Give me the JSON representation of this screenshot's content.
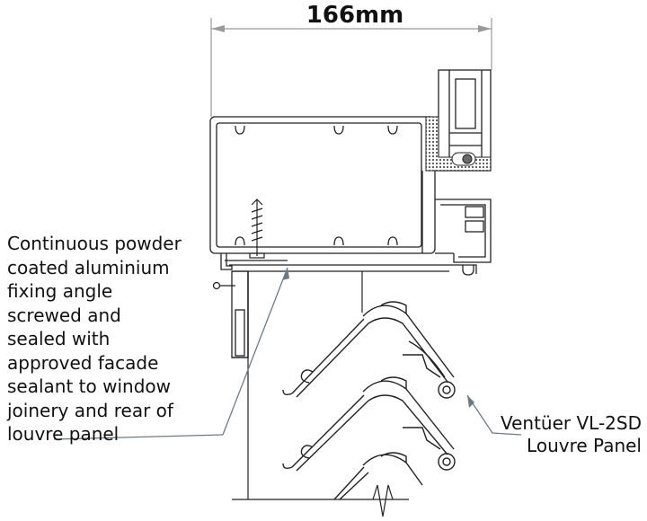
{
  "dimension": {
    "label": "166mm"
  },
  "annotations": {
    "fixing_angle": {
      "lines": [
        "Continuous powder",
        "coated aluminium",
        "fixing angle",
        "screwed and",
        "sealed with",
        "approved facade",
        "sealant to window",
        "joinery and rear of",
        "louvre panel"
      ]
    },
    "louvre": {
      "lines": [
        "Ventüer VL-2SD",
        "Louvre Panel"
      ]
    }
  },
  "colors": {
    "profile_line": "#222222",
    "dimension_line": "#9a9a9a",
    "leader_line": "#6c7a86",
    "gasket_fill": "#6a6a6a"
  }
}
